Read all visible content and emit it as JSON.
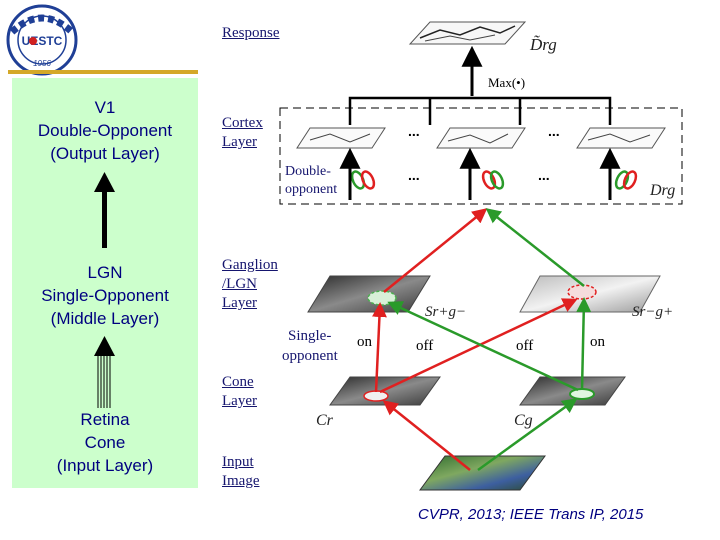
{
  "logo": {
    "text": "UESTC",
    "year": "1956",
    "arc_text": "电子科技大学"
  },
  "panel": {
    "top_label": "V1\nDouble-Opponent\n(Output Layer)",
    "middle_label": "LGN\nSingle-Opponent\n(Middle Layer)",
    "bottom_label": "Retina\nCone\n(Input Layer)"
  },
  "figure": {
    "layers": {
      "response": "Response",
      "cortex": "Cortex\nLayer",
      "ganglion": "Ganglion\n/LGN\nLayer",
      "cone": "Cone\nLayer",
      "input": "Input\nImage"
    },
    "max_label": "Max(•)",
    "response_symbol": "D̃rg",
    "cortex_symbol": "Drg",
    "double_opponent": "Double-\nopponent",
    "single_opponent": "Single-\nopponent",
    "ellipsis": "...",
    "srg_minus": "Sr+g−",
    "srg_plus": "Sr−g+",
    "on": "on",
    "off": "off",
    "cr": "Cr",
    "cg": "Cg"
  },
  "citation": "CVPR, 2013; IEEE Trans IP, 2015",
  "colors": {
    "panel_bg": "#ccffcc",
    "label_blue": "#000080",
    "red_arrow": "#e02020",
    "green_arrow": "#2a9a2a",
    "gold_rule": "#d4a828"
  }
}
